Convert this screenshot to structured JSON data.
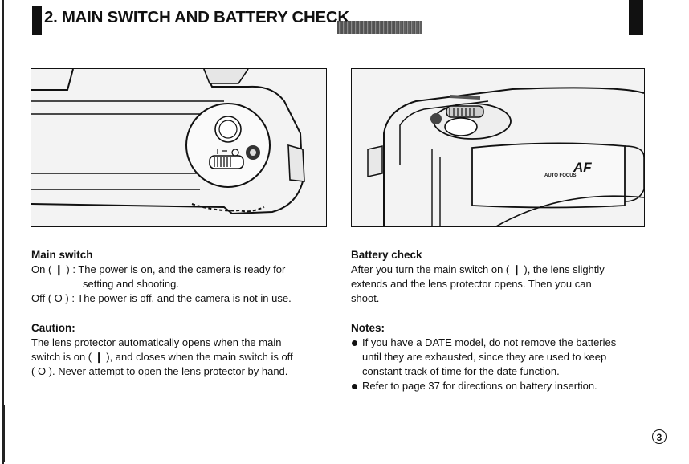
{
  "header": {
    "title": "2. MAIN SWITCH AND BATTERY CHECK"
  },
  "main_switch": {
    "heading": "Main switch",
    "on_line1": "On ( ❙ ) : The power is on, and the camera is ready for",
    "on_line2": "setting and shooting.",
    "off_line": "Off ( O ) : The power is off, and the camera is not in use."
  },
  "caution": {
    "heading": "Caution:",
    "line1": "The lens protector automatically opens when the main",
    "line2": "switch is on ( ❙ ), and closes when the main switch is off",
    "line3": "( O ). Never attempt to open the lens protector by hand."
  },
  "battery_check": {
    "heading": "Battery check",
    "line1": "After you turn the main switch on ( ❙ ), the lens slightly",
    "line2": "extends and the lens protector opens. Then you can",
    "line3": "shoot."
  },
  "notes": {
    "heading": "Notes:",
    "bullet1_line1": "If you have a DATE model, do not remove the batteries",
    "bullet1_line2": "until they are exhausted, since they are used to keep",
    "bullet1_line3": "constant track of time for the date function.",
    "bullet2": "Refer to page 37 for directions on battery insertion."
  },
  "illustration_right": {
    "logo": "AF",
    "logo_caption": "AUTO FOCUS"
  },
  "page_number": "3"
}
